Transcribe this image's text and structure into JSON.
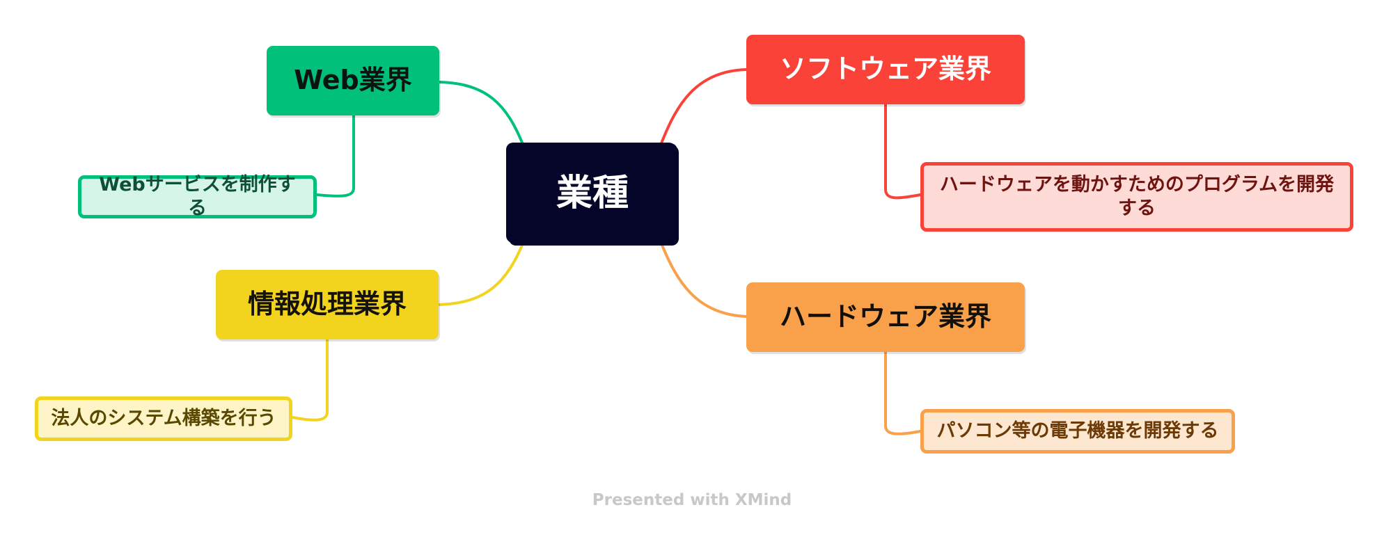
{
  "central": {
    "label": "業種"
  },
  "branches": [
    {
      "key": "web",
      "label": "Web業界",
      "color": "#00c07a",
      "child": "Webサービスを制作する"
    },
    {
      "key": "soft",
      "label": "ソフトウェア業界",
      "color": "#fb4239",
      "child": "ハードウェアを動かすためのプログラムを開発する"
    },
    {
      "key": "info",
      "label": "情報処理業界",
      "color": "#f2d31d",
      "child": "法人のシステム構築を行う"
    },
    {
      "key": "hard",
      "label": "ハードウェア業界",
      "color": "#f8a04a",
      "child": "パソコン等の電子機器を開発する"
    }
  ],
  "footer": "Presented with XMind"
}
